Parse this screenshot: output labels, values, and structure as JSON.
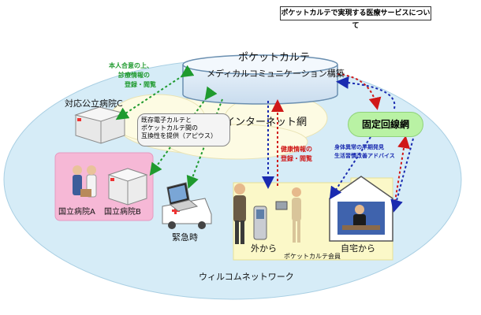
{
  "chart_data": {
    "type": "diagram",
    "title": "ポケットカルテで実現する医療サービスについて",
    "center": {
      "system_name": "ポケットカルテ",
      "system_sub": "メディカルコミュニケーション構築",
      "network": "インターネット網",
      "fixed_line": "固定回線網",
      "outer_network": "ウィルコムネットワーク"
    },
    "nodes": {
      "hospital_c": "対応公立病院C",
      "hospital_a": "国立病院A",
      "hospital_b": "国立病院B",
      "emergency": "緊急時",
      "outside": "外から",
      "member": "ポケットカルテ会員",
      "home": "自宅から"
    },
    "annotations": {
      "consent_1": "本人合意の上、",
      "consent_2": "診療情報の",
      "consent_3": "登録・閲覧",
      "compat_1": "既存電子カルテと",
      "compat_2": "ポケットカルテ間の",
      "compat_3": "互換性を提供（アピウス）",
      "health_1": "健康情報の",
      "health_2": "登録・閲覧",
      "advice_1": "身体異常の早期発見",
      "advice_2": "生活習慣改善アドバイス"
    }
  }
}
